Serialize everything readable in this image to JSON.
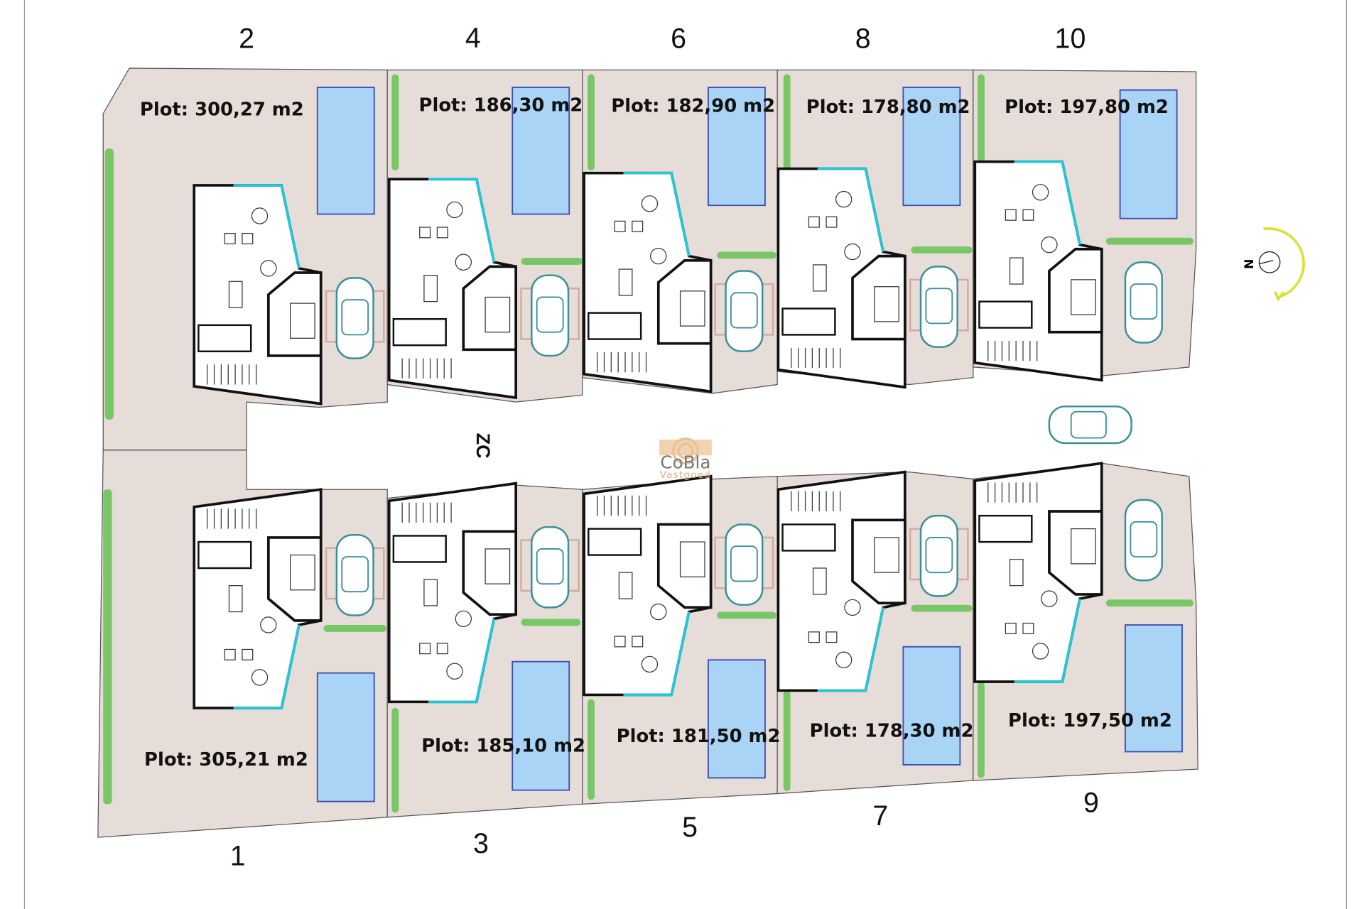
{
  "top_plots": [
    {
      "number": "2",
      "label": "Plot: 300,27 m2"
    },
    {
      "number": "4",
      "label": "Plot: 186,30 m2"
    },
    {
      "number": "6",
      "label": "Plot: 182,90 m2"
    },
    {
      "number": "8",
      "label": "Plot: 178,80 m2"
    },
    {
      "number": "10",
      "label": "Plot: 197,80 m2"
    }
  ],
  "bottom_plots": [
    {
      "number": "1",
      "label": "Plot: 305,21 m2"
    },
    {
      "number": "3",
      "label": "Plot: 185,10 m2"
    },
    {
      "number": "5",
      "label": "Plot: 181,50 m2"
    },
    {
      "number": "7",
      "label": "Plot: 178,30 m2"
    },
    {
      "number": "9",
      "label": "Plot: 197,50 m2"
    }
  ],
  "zone_label": "ZC",
  "north_label": "N",
  "watermark": {
    "brand": "CoBla",
    "sub": "Vastgoed"
  },
  "colors": {
    "plot": "#e6dcd8",
    "pool": "#a9d4f5",
    "pool_border": "#3d4fb5",
    "wall": "#111111",
    "window": "#22c8d8",
    "hedge": "#5cc04a",
    "car": "#3a8f9a",
    "compass_arrow": "#d9e23a"
  }
}
